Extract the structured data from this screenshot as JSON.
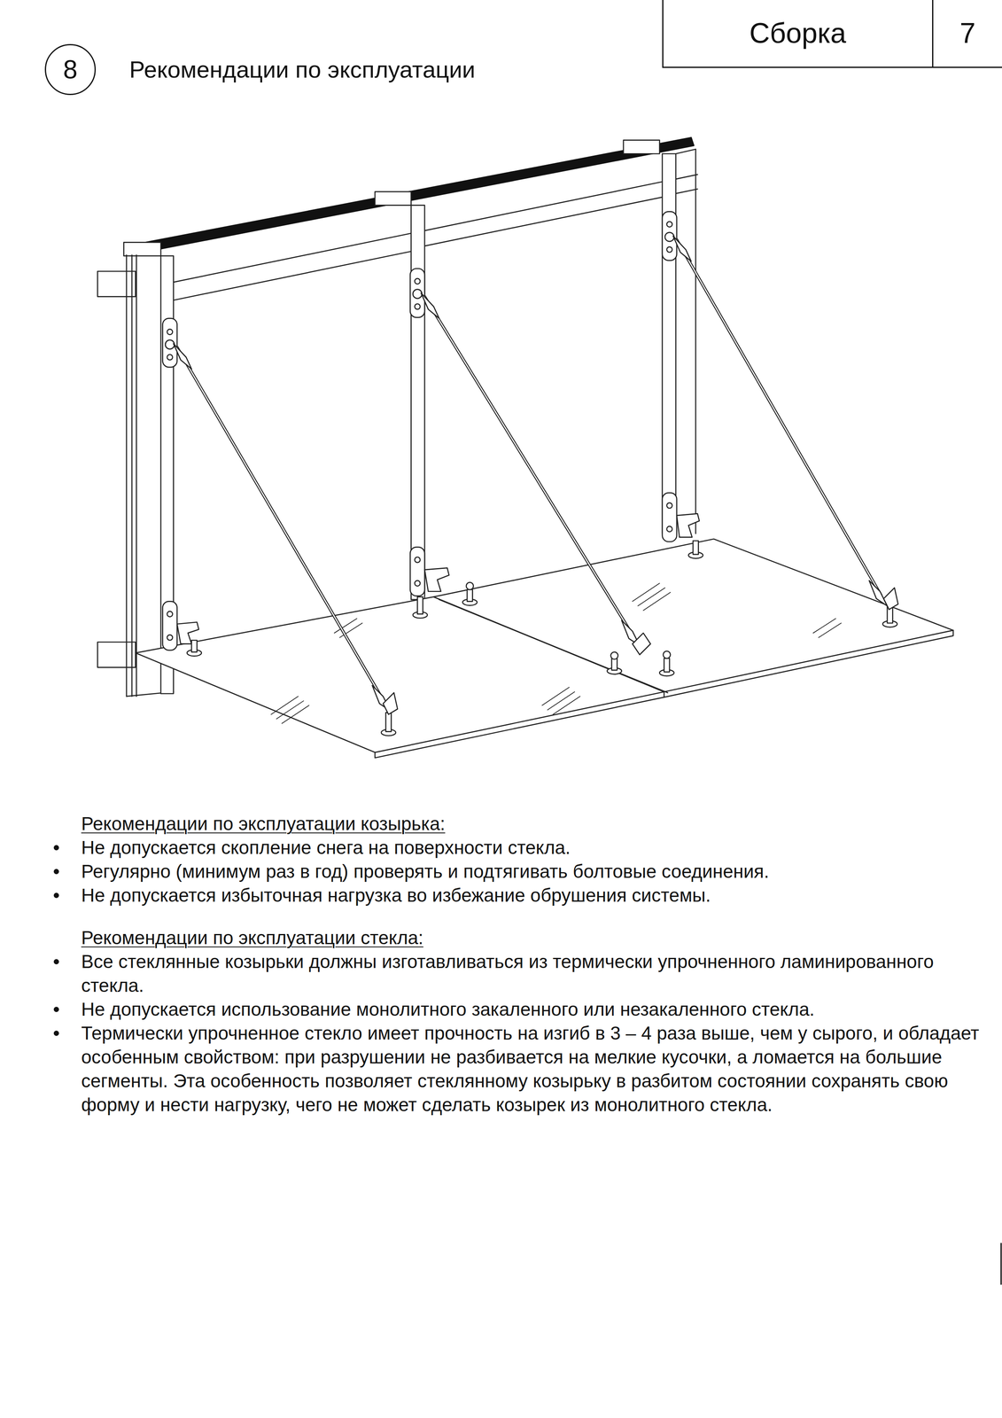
{
  "diagram": {
    "title": "Рекомендации по эксплуатации",
    "nodes": [
      {
        "text": [
          "Сборка"
        ]
      },
      {
        "text": [
          "7"
        ]
      },
      {
        "text": [
          "8"
        ]
      }
    ],
    "labels": [
      "Рекомендации по эксплуатации козырька:",
      "Не допускается скопление снега на поверхности стекла.",
      "Регулярно (минимум раз в год) проверять и подтягивать болтовые соединения.",
      "Не допускается избыточная нагрузка во избежание обрушения системы.",
      "Рекомендации по эксплуатации стекла:",
      "Все стеклянные козырьки должны изготавливаться из термически упрочненного ламинированного стекла.",
      "Не допускается использование монолитного закаленного или незакаленного стекла.",
      "Термически упрочненное стекло имеет прочность на изгиб в 3 – 4 раза выше, чем у сырого, и обладает особенным свойством: при разрушении не разбивается на мелкие кусочки, а ломается на большие сегменты. Эта особенность позволяет стеклянному козырьку в разбитом состоянии сохранять свою форму и нести нагрузку, чего не может сделать козырек из монолитного стекла."
    ]
  }
}
